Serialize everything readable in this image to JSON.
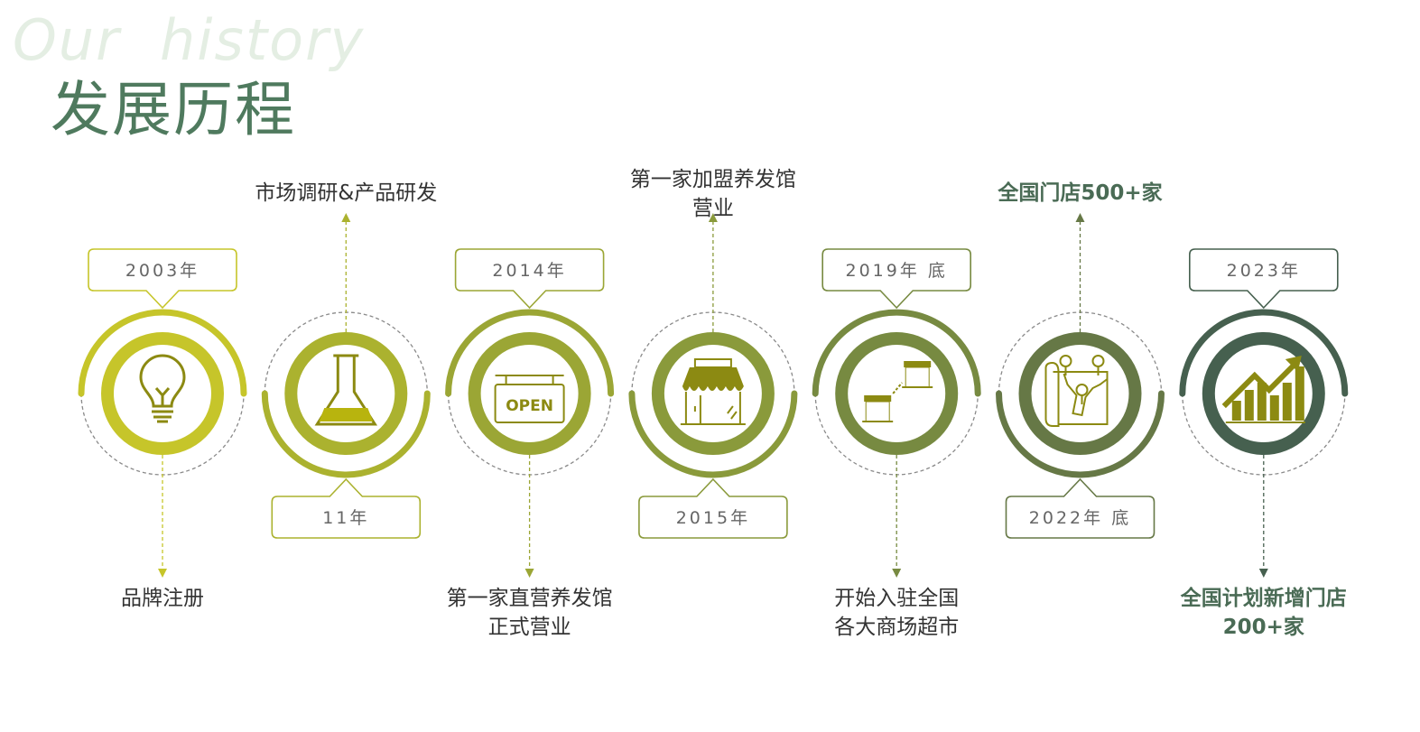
{
  "header": {
    "title_en": "Our  history",
    "title_cn": "发展历程"
  },
  "timeline": [
    {
      "year": "2003年",
      "desc": [
        "品牌注册"
      ],
      "icon": "lightbulb-icon",
      "color": "#c6c52a",
      "position": "top",
      "highlight": false
    },
    {
      "year": "11年",
      "desc": [
        "市场调研&产品研发"
      ],
      "icon": "flask-icon",
      "color": "#abb22f",
      "position": "bottom",
      "highlight": false
    },
    {
      "year": "2014年",
      "desc": [
        "第一家直营养发馆",
        "正式营业"
      ],
      "icon": "open-sign-icon",
      "icon_text": "OPEN",
      "color": "#9ba635",
      "position": "top",
      "highlight": false
    },
    {
      "year": "2015年",
      "desc": [
        "第一家加盟养发馆",
        "营业"
      ],
      "icon": "storefront-icon",
      "color": "#8a9a3b",
      "position": "bottom",
      "highlight": false
    },
    {
      "year": "2019年 底",
      "desc": [
        "开始入驻全国",
        "各大商场超市"
      ],
      "icon": "shops-connected-icon",
      "color": "#778a41",
      "position": "top",
      "highlight": false
    },
    {
      "year": "2022年 底",
      "desc": [
        "全国门店500+家"
      ],
      "icon": "map-pins-icon",
      "color": "#667846",
      "position": "bottom",
      "highlight": true
    },
    {
      "year": "2023年",
      "desc": [
        "全国计划新增门店",
        "200+家"
      ],
      "icon": "growth-chart-icon",
      "color": "#46604f",
      "position": "top",
      "highlight": true
    }
  ],
  "colors": {
    "icon": "#8c8a12",
    "dashed": "#8a8a8a",
    "text": "#333333",
    "highlight": "#4a6b55"
  }
}
